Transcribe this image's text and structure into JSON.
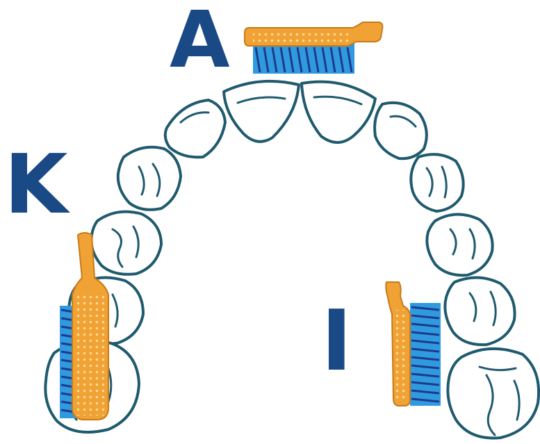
{
  "labels": {
    "a": "A",
    "k": "K",
    "i": "I"
  },
  "colors": {
    "letter": "#1a4a86",
    "tooth_outline": "#1f5a6e",
    "tooth_fill": "#ffffff",
    "tooth_shade": "#eaf3f6",
    "brush_handle": "#f0a234",
    "brush_handle_light": "#f6c97a",
    "brush_handle_edge": "#c77a1a",
    "bristle_light": "#2f9ae0",
    "bristle_dark": "#1e3b8a"
  },
  "icons": {
    "arch": "dental-arch-icon",
    "brush_top": "toothbrush-icon",
    "brush_left": "toothbrush-icon",
    "brush_right": "toothbrush-icon"
  }
}
